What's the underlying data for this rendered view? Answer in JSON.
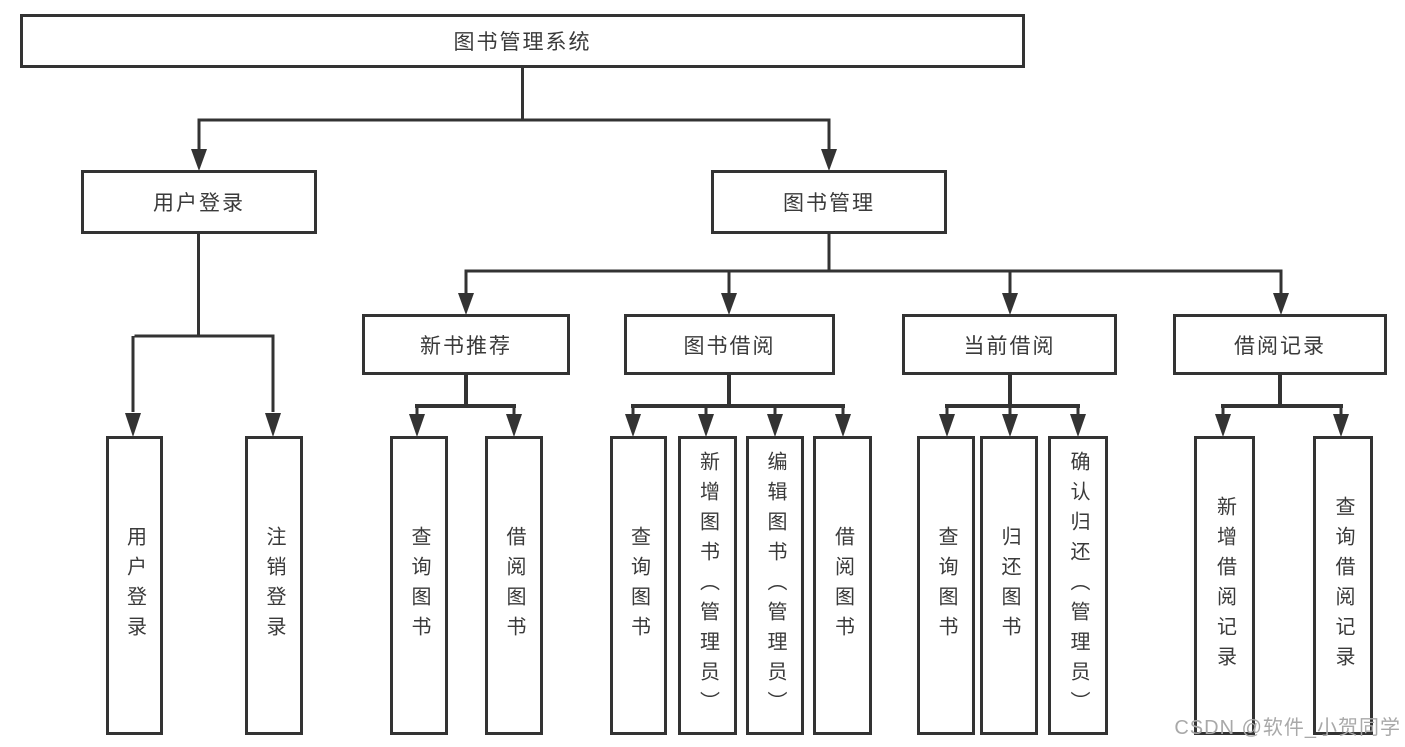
{
  "diagram": {
    "root": "图书管理系统",
    "level2": [
      "用户登录",
      "图书管理"
    ],
    "level3": [
      "新书推荐",
      "图书借阅",
      "当前借阅",
      "借阅记录"
    ],
    "leaves": {
      "user_login": [
        "用户登录",
        "注销登录"
      ],
      "new_book": [
        "查询图书",
        "借阅图书"
      ],
      "borrow": [
        "查询图书",
        "新增图书（管理员）",
        "编辑图书（管理员）",
        "借阅图书"
      ],
      "current": [
        "查询图书",
        "归还图书",
        "确认归还（管理员）"
      ],
      "records": [
        "新增借阅记录",
        "查询借阅记录"
      ]
    }
  },
  "watermark": "CSDN @软件_小贺同学",
  "colors": {
    "line": "#333333",
    "text": "#3a3a3a",
    "watermark": "#a9a9a9"
  }
}
